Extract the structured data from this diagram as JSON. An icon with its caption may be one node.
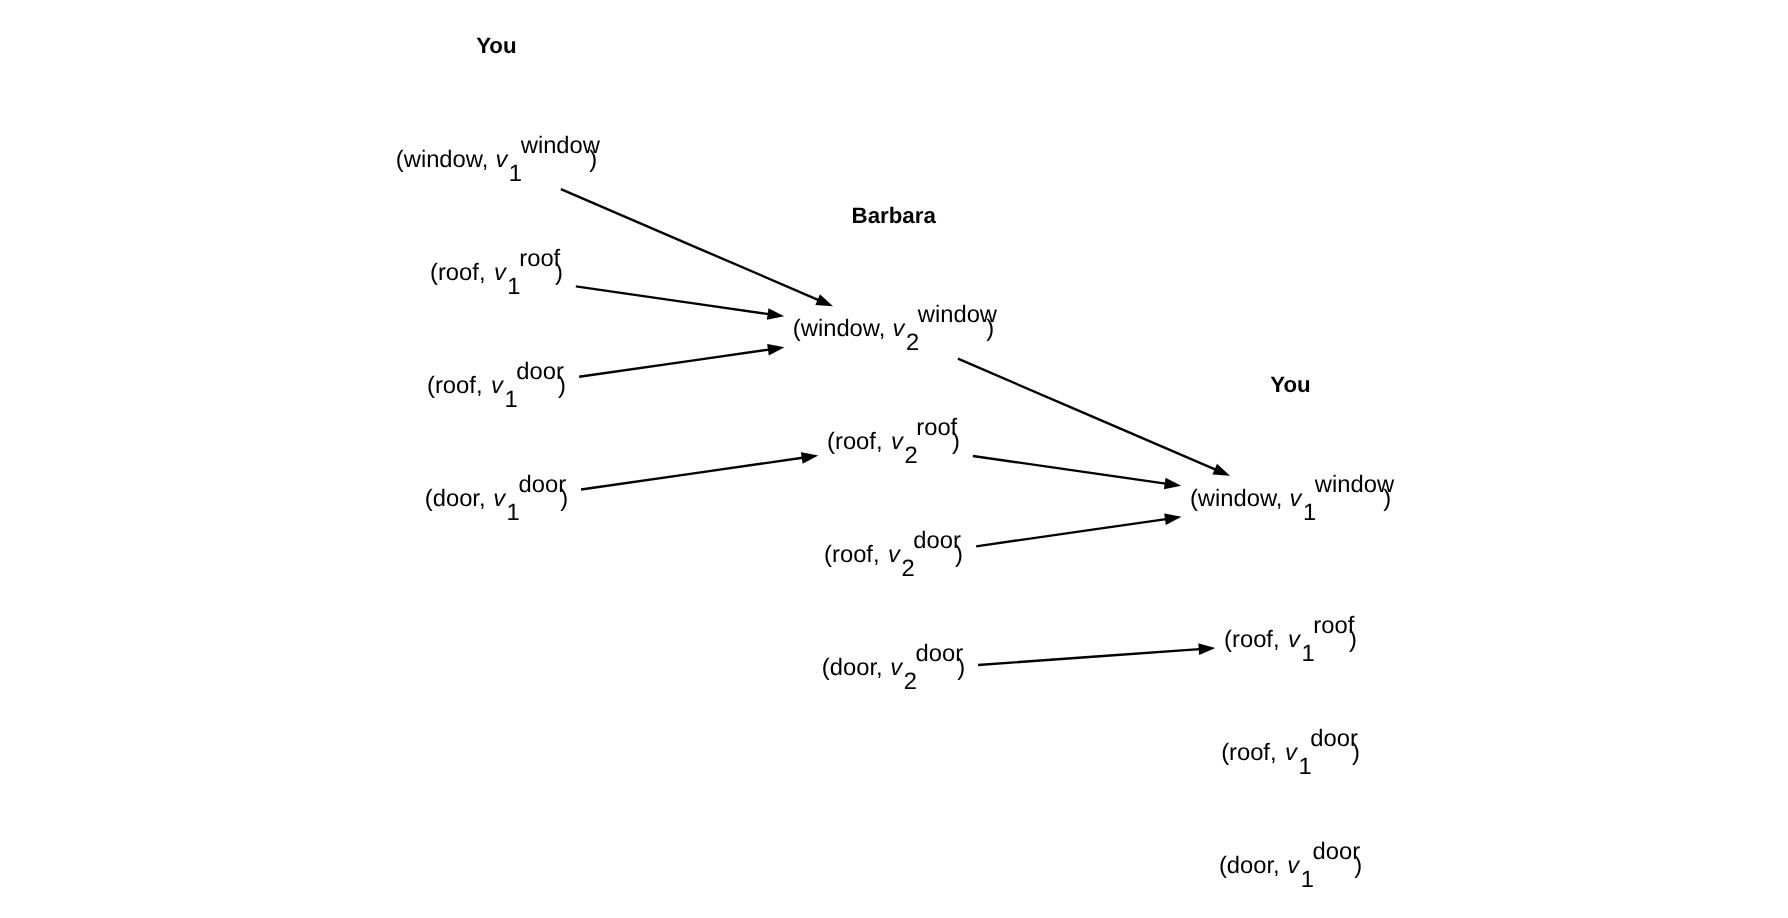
{
  "diagram": {
    "nodes": [
      {
        "text": [
          "(window, *v*$_{1}$$^{window}$)"
        ]
      },
      {
        "text": [
          "(roof, *v*$_{1}$$^{roof}$)"
        ]
      },
      {
        "text": [
          "(roof, *v*$_{1}$$^{door}$)"
        ]
      },
      {
        "text": [
          "(door, *v*$_{1}$$^{door}$)"
        ]
      },
      {
        "text": [
          "(window, *v*$_{2}$$^{window}$)"
        ]
      },
      {
        "text": [
          "(roof, *v*$_{2}$$^{roof}$)"
        ]
      },
      {
        "text": [
          "(roof, *v*$_{2}$$^{door}$)"
        ]
      },
      {
        "text": [
          "(door, *v*$_{2}$$^{door}$)"
        ]
      },
      {
        "text": [
          "(window, *v*$_{1}$$^{window}$)"
        ]
      },
      {
        "text": [
          "(roof, *v*$_{1}$$^{roof}$)"
        ]
      },
      {
        "text": [
          "(roof, *v*$_{1}$$^{door}$)"
        ]
      },
      {
        "text": [
          "(door, *v*$_{1}$$^{door}$)"
        ]
      }
    ],
    "edges": [
      {
        "from": 0,
        "to": 4,
        "arrow": "to"
      },
      {
        "from": 1,
        "to": 4,
        "arrow": "to"
      },
      {
        "from": 2,
        "to": 4,
        "arrow": "to"
      },
      {
        "from": 3,
        "to": 5,
        "arrow": "to"
      },
      {
        "from": 4,
        "to": 8,
        "arrow": "to"
      },
      {
        "from": 5,
        "to": 8,
        "arrow": "to"
      },
      {
        "from": 6,
        "to": 8,
        "arrow": "to"
      },
      {
        "from": 7,
        "to": 9,
        "arrow": "to"
      }
    ],
    "labels": [
      "You",
      "Barbara",
      "You"
    ]
  }
}
